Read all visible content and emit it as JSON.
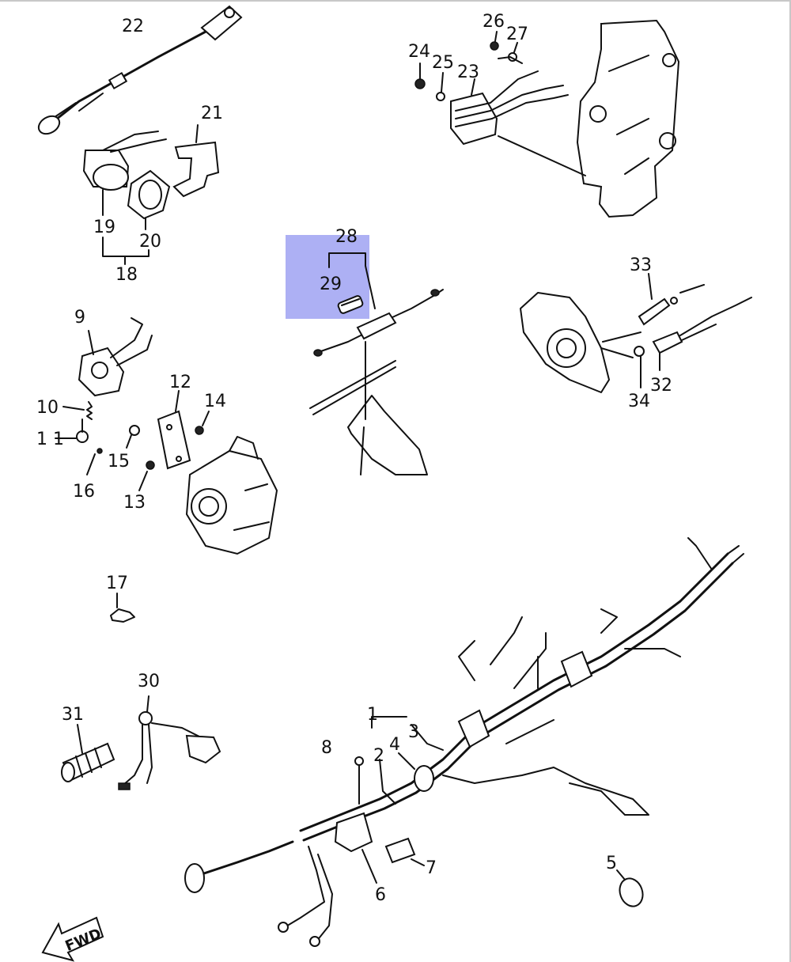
{
  "diagram": {
    "labels": {
      "p1": "1",
      "p2": "2",
      "p3": "3",
      "p4": "4",
      "p5": "5",
      "p6": "6",
      "p7": "7",
      "p8": "8",
      "p9": "9",
      "p10": "10",
      "p11": "1 1",
      "p12": "12",
      "p13": "13",
      "p14": "14",
      "p15": "15",
      "p16": "16",
      "p17": "17",
      "p18": "18",
      "p19": "19",
      "p20": "20",
      "p21": "21",
      "p22": "22",
      "p23": "23",
      "p24": "24",
      "p25": "25",
      "p26": "26",
      "p27": "27",
      "p28": "28",
      "p29": "29",
      "p30": "30",
      "p31": "31",
      "p32": "32",
      "p33": "33",
      "p34": "34"
    },
    "fwd_label": "FWD",
    "highlight_color": "#8a8ff0"
  }
}
